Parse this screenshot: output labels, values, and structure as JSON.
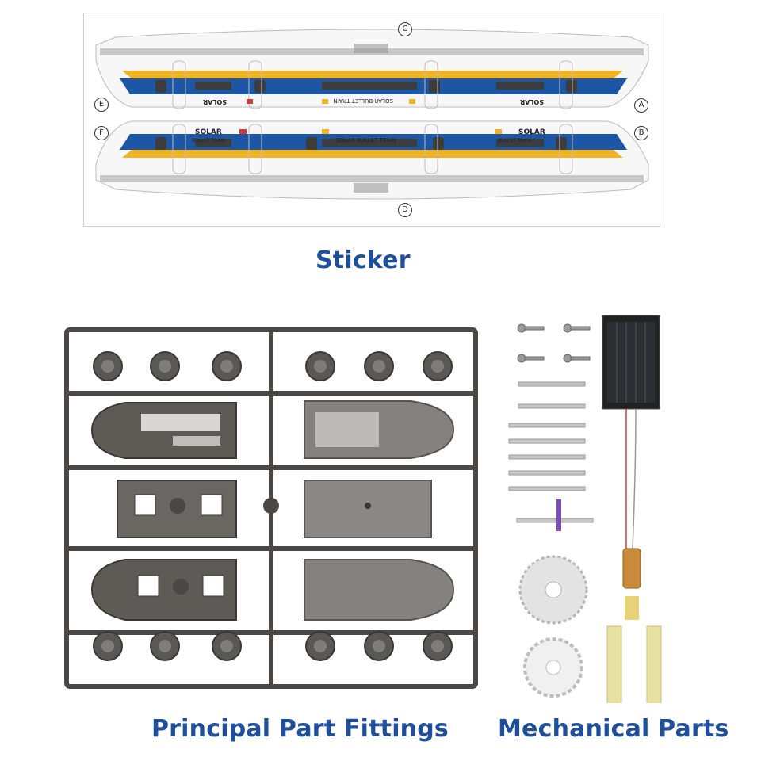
{
  "captions": {
    "sticker": "Sticker",
    "principal": "Principal Part Fittings",
    "mechanical": "Mechanical Parts"
  },
  "sticker": {
    "markers": [
      "C",
      "E",
      "A",
      "F",
      "B",
      "D"
    ],
    "top_title": "SOLAR",
    "top_subtitle": "BULLET TRAIN",
    "mid_text": "SOLAR BULLET TRAIN",
    "side_text_right": "SOLAR",
    "side_sub_right": "BULLET TRAIN"
  },
  "colors": {
    "caption": "#1f4f9b",
    "stripe_blue": "#1e56a6",
    "stripe_yellow": "#f0b323",
    "sprue": "#4a4744",
    "wire_red": "#d23a3a",
    "copper": "#c98a3a"
  }
}
